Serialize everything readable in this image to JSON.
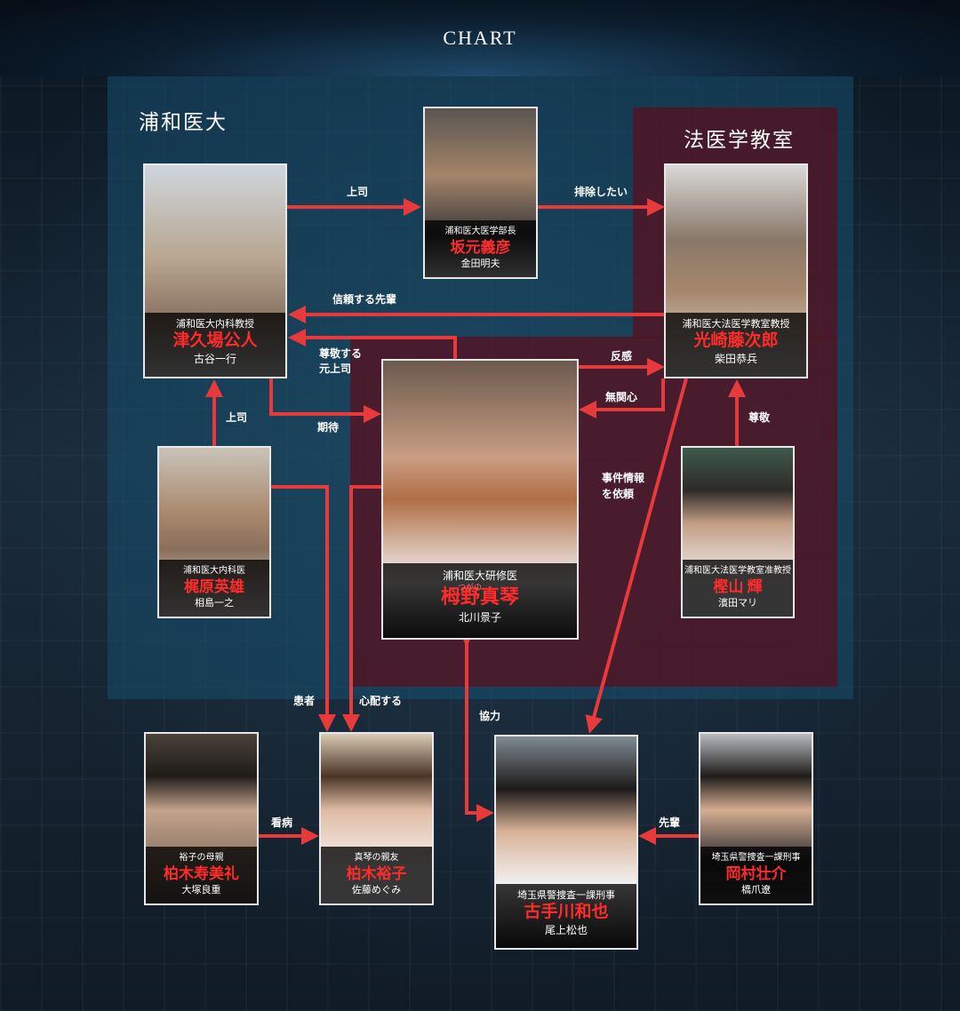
{
  "header": {
    "title": "CHART"
  },
  "zones": {
    "urawa": "浦和医大",
    "hoi": "法医学教室"
  },
  "accent_red": "#e83a3a",
  "people": {
    "tsukuba": {
      "role": "浦和医大内科教授",
      "name": "津久場公人",
      "actor": "古谷一行"
    },
    "sakamoto": {
      "role": "浦和医大医学部長",
      "name": "坂元義彦",
      "actor": "金田明夫"
    },
    "mitsuzaki": {
      "role": "浦和医大法医学教室教授",
      "name": "光崎藤次郎",
      "actor": "柴田恭兵"
    },
    "tsugano": {
      "role": "浦和医大研修医",
      "ruby": "つがの",
      "name": "栂野真琴",
      "actor": "北川景子"
    },
    "kajiwara": {
      "role": "浦和医大内科医",
      "name": "梶原英雄",
      "actor": "相島一之"
    },
    "kashiyama": {
      "role": "浦和医大法医学教室准教授",
      "name": "樫山 輝",
      "actor": "濱田マリ"
    },
    "kashiwagi_sumire": {
      "role": "裕子の母親",
      "name": "柏木寿美礼",
      "actor": "大塚良重"
    },
    "kashiwagi_yuko": {
      "role": "真琴の親友",
      "name": "柏木裕子",
      "actor": "佐藤めぐみ"
    },
    "kotegawa": {
      "role": "埼玉県警捜査一課刑事",
      "name": "古手川和也",
      "actor": "尾上松也"
    },
    "okamura": {
      "role": "埼玉県警捜査一課刑事",
      "name": "岡村壮介",
      "actor": "橋爪遼"
    }
  },
  "relations": {
    "joushi_1": "上司",
    "haijo": "排除したい",
    "shinrai": "信頼する先輩",
    "sonkei_moto_1": "尊敬する",
    "sonkei_moto_2": "元上司",
    "hankan": "反感",
    "mukanshin": "無関心",
    "kitai": "期待",
    "joushi_2": "上司",
    "sonkei": "尊敬",
    "jiken_1": "事件情報",
    "jiken_2": "を依頼",
    "kanja": "患者",
    "shinpai": "心配する",
    "kyouryoku": "協力",
    "kanbyou": "看病",
    "senpai": "先輩"
  }
}
